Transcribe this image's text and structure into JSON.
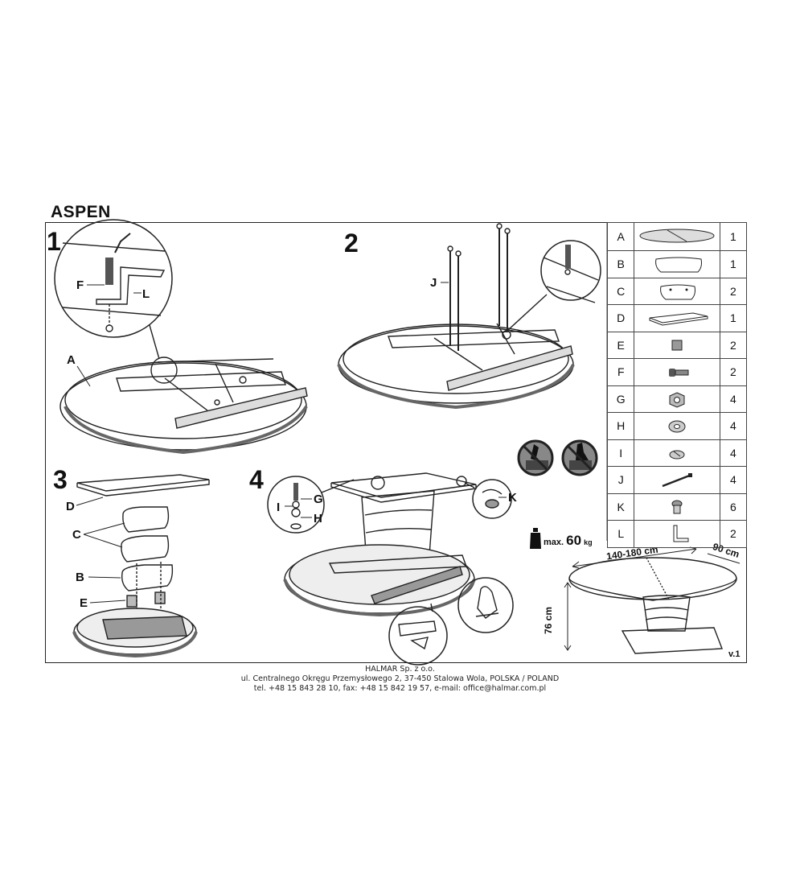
{
  "document": {
    "title": "ASPEN",
    "version": "v.1"
  },
  "steps": [
    "1",
    "2",
    "3",
    "4"
  ],
  "callouts": {
    "step1": {
      "a": "A",
      "f": "F",
      "l": "L"
    },
    "step2": {
      "j": "J"
    },
    "step3": {
      "d": "D",
      "c": "C",
      "b": "B",
      "e": "E"
    },
    "step4": {
      "g": "G",
      "i": "I",
      "h": "H",
      "k": "K"
    }
  },
  "max_load": {
    "prefix": "max.",
    "value": "60",
    "unit": "kg"
  },
  "dimensions": {
    "length": "140-180 cm",
    "width": "90 cm",
    "height": "76 cm"
  },
  "parts": [
    {
      "letter": "A",
      "icon": "tabletop-oval-icon",
      "qty": "1"
    },
    {
      "letter": "B",
      "icon": "base-column-icon",
      "qty": "1"
    },
    {
      "letter": "C",
      "icon": "column-ring-icon",
      "qty": "2"
    },
    {
      "letter": "D",
      "icon": "base-plate-icon",
      "qty": "1"
    },
    {
      "letter": "E",
      "icon": "connector-block-icon",
      "qty": "2"
    },
    {
      "letter": "F",
      "icon": "screw-icon",
      "qty": "2"
    },
    {
      "letter": "G",
      "icon": "nut-icon",
      "qty": "4"
    },
    {
      "letter": "H",
      "icon": "washer-icon",
      "qty": "4"
    },
    {
      "letter": "I",
      "icon": "spring-washer-icon",
      "qty": "4"
    },
    {
      "letter": "J",
      "icon": "threaded-rod-icon",
      "qty": "4"
    },
    {
      "letter": "K",
      "icon": "leveling-foot-icon",
      "qty": "6"
    },
    {
      "letter": "L",
      "icon": "bracket-icon",
      "qty": "2"
    }
  ],
  "footer": {
    "company": "HALMAR Sp. z o.o.",
    "address": "ul. Centralnego Okręgu Przemysłowego 2, 37-450 Stalowa Wola, POLSKA / POLAND",
    "contact": "tel. +48 15 843 28 10, fax: +48 15 842 19 57, e-mail: office@halmar.com.pl"
  }
}
